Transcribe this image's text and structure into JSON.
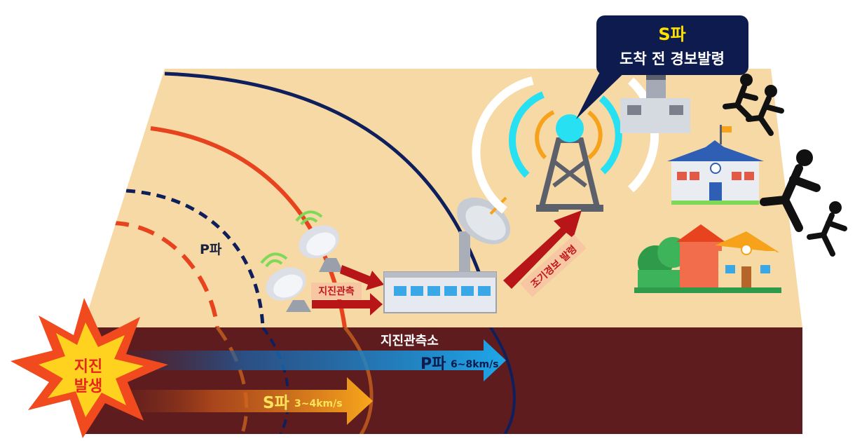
{
  "callout": {
    "title": "S파",
    "subtitle": "도착 전 경보발령"
  },
  "labels": {
    "p_wave_arc": "P파",
    "observation": "지진관측",
    "early_warning": "조기경보 발령",
    "station": "지진관측소",
    "quake_line1": "지진",
    "quake_line2": "발생"
  },
  "waves": {
    "p_name": "P파",
    "p_speed": "6~8km/s",
    "s_name": "S파",
    "s_speed": "3~4km/s"
  },
  "colors": {
    "ground_surface": "#f6d9a4",
    "underground": "#5e1c1f",
    "p_wave": "#1e9be0",
    "s_wave": "#f7a21b",
    "callout_bg": "#0d1b4e",
    "callout_title": "#ffe100",
    "warning_arrow": "#c6141d",
    "tower_signal": "#27e1f2",
    "wave_red": "#e8431f",
    "wave_navy": "#0f1f5c"
  }
}
